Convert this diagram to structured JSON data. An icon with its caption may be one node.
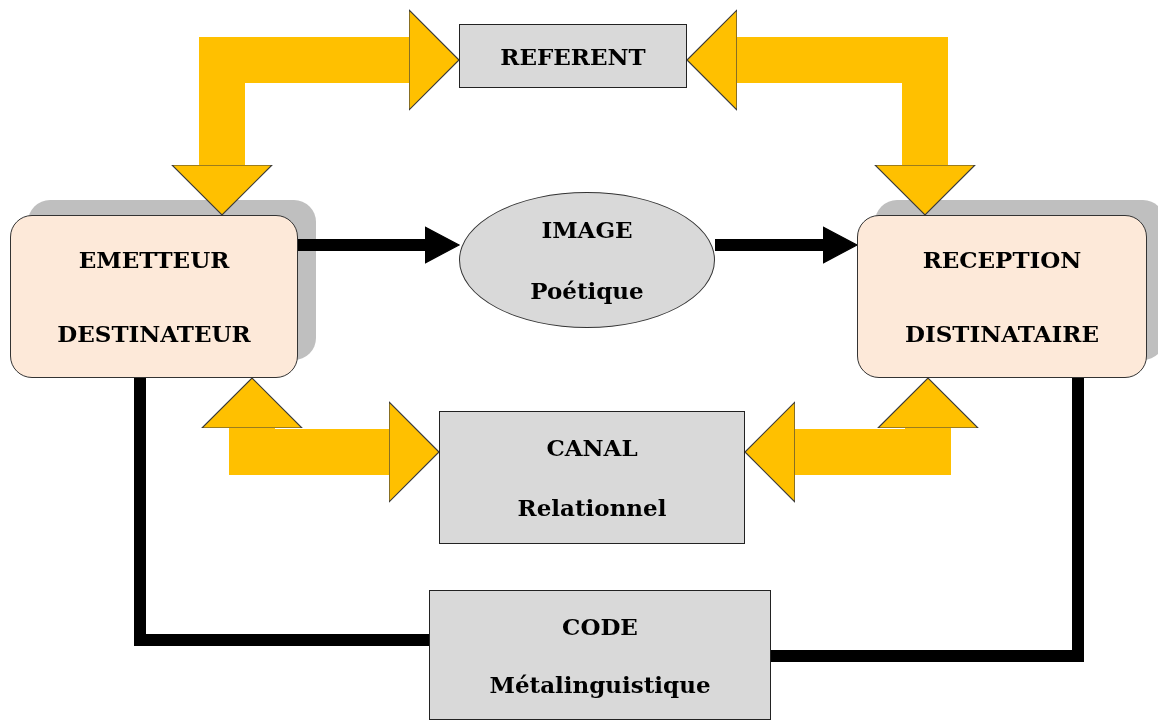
{
  "diagram": {
    "nodes": [
      {
        "text": [
          "REFERENT"
        ]
      },
      {
        "text": [
          "EMETTEUR",
          "DESTINATEUR"
        ]
      },
      {
        "text": [
          "IMAGE",
          "Poétique"
        ]
      },
      {
        "text": [
          "RECEPTION",
          "DISTINATAIRE"
        ]
      },
      {
        "text": [
          "CANAL",
          "Relationnel"
        ]
      },
      {
        "text": [
          "CODE",
          "Métalinguistique"
        ]
      }
    ],
    "edges": [
      {
        "from": 0,
        "to": 1,
        "arrow": "both",
        "style": "thick",
        "color": "#ffc000"
      },
      {
        "from": 0,
        "to": 3,
        "arrow": "both",
        "style": "thick",
        "color": "#ffc000"
      },
      {
        "from": 1,
        "to": 2,
        "arrow": "to",
        "color": "#000000"
      },
      {
        "from": 2,
        "to": 3,
        "arrow": "to",
        "color": "#000000"
      },
      {
        "from": 4,
        "to": 1,
        "arrow": "both",
        "style": "thick",
        "color": "#ffc000"
      },
      {
        "from": 4,
        "to": 3,
        "arrow": "both",
        "style": "thick",
        "color": "#ffc000"
      },
      {
        "from": 1,
        "to": 5,
        "arrow": "none",
        "color": "#000000"
      },
      {
        "from": 3,
        "to": 5,
        "arrow": "none",
        "color": "#000000"
      }
    ]
  }
}
